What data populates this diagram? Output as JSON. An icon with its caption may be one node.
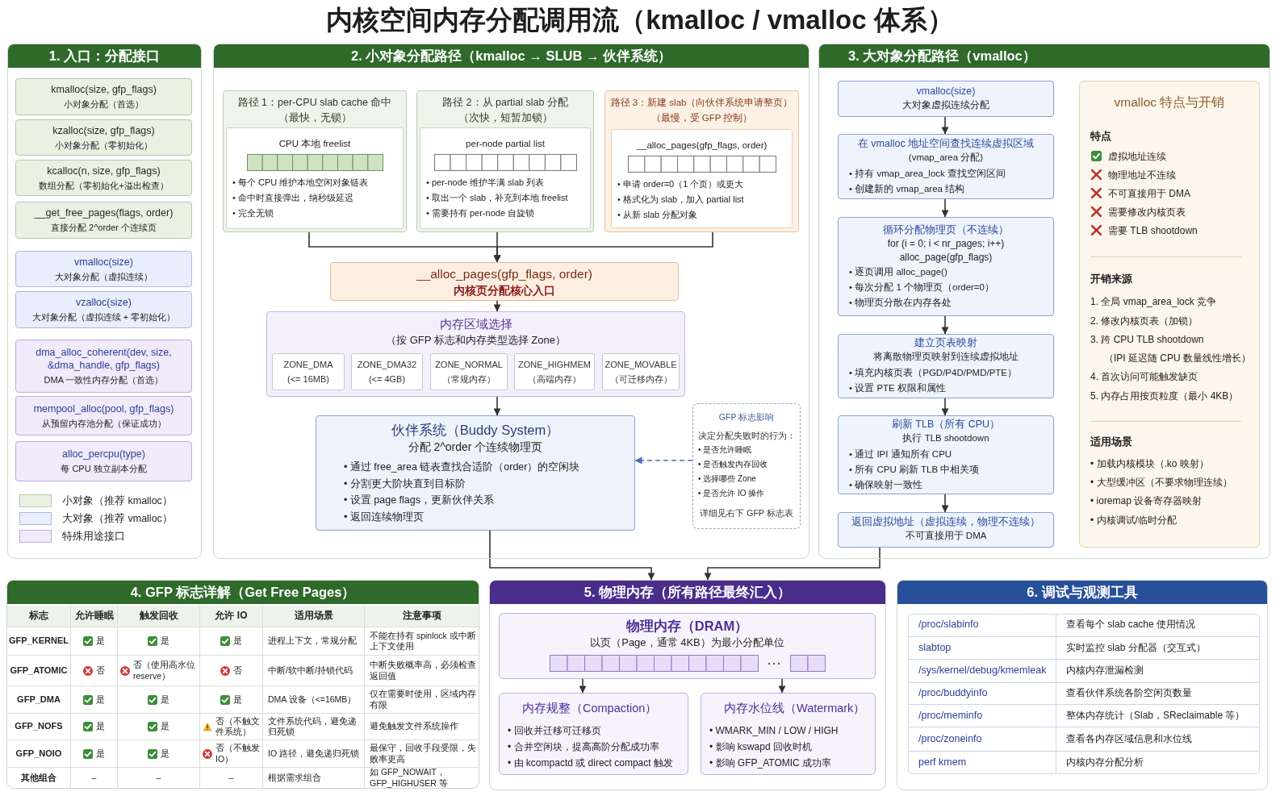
{
  "diagram": {
    "title": "内核空间内存分配调用流（kmalloc / vmalloc 体系）",
    "nodes": [
      {
        "text": [
          "1. 入口：分配接口"
        ]
      },
      {
        "text": [
          "kmalloc(size, gfp_flags)",
          "小对象分配（首选）"
        ],
        "in": 0
      },
      {
        "text": [
          "kzalloc(size, gfp_flags)",
          "小对象分配（零初始化）"
        ],
        "in": 0
      },
      {
        "text": [
          "kcalloc(n, size, gfp_flags)",
          "数组分配（零初始化+溢出检查）"
        ],
        "in": 0
      },
      {
        "text": [
          "__get_free_pages(flags, order)",
          "直接分配 2^order 个连续页"
        ],
        "in": 0
      },
      {
        "text": [
          "vmalloc(size)",
          "大对象分配（虚拟连续）"
        ],
        "in": 0
      },
      {
        "text": [
          "vzalloc(size)",
          "大对象分配（虚拟连续 + 零初始化）"
        ],
        "in": 0
      },
      {
        "text": [
          "dma_alloc_coherent(dev, size, &dma_handle, gfp_flags)",
          "DMA 一致性内存分配（首选）"
        ],
        "in": 0
      },
      {
        "text": [
          "mempool_alloc(pool, gfp_flags)",
          "从预留内存池分配（保证成功）"
        ],
        "in": 0
      },
      {
        "text": [
          "alloc_percpu(type)",
          "每 CPU 独立副本分配"
        ],
        "in": 0
      },
      {
        "text": [
          "2. 小对象分配路径（kmalloc → SLUB → 伙伴系统）"
        ]
      },
      {
        "text": [
          "路径 1：per-CPU slab cache 命中",
          "（最快，无锁）"
        ],
        "in": 10
      },
      {
        "text": [
          "CPU 本地 freelist",
          "• 每个 CPU 维护本地空闲对象链表",
          "• 命中时直接弹出，纳秒级延迟",
          "• 完全无锁"
        ],
        "in": 11
      },
      {
        "text": [
          "路径 2：从 partial slab 分配",
          "（次快，短暂加锁）"
        ],
        "in": 10
      },
      {
        "text": [
          "per-node partial list",
          "• per-node 维护半满 slab 列表",
          "• 取出一个 slab，补充到本地 freelist",
          "• 需要持有 per-node 自旋锁"
        ],
        "in": 13
      },
      {
        "text": [
          "路径 3：新建 slab（向伙伴系统申请整页）",
          "（最慢，受 GFP 控制）"
        ],
        "in": 10
      },
      {
        "text": [
          "__alloc_pages(gfp_flags, order)",
          "• 申请 order=0（1 个页）或更大",
          "• 格式化为 slab，加入 partial list",
          "• 从新 slab 分配对象"
        ],
        "in": 15
      },
      {
        "text": [
          "__alloc_pages(gfp_flags, order)",
          "内核页分配核心入口"
        ],
        "in": 10
      },
      {
        "text": [
          "内存区域选择",
          "（按 GFP 标志和内存类型选择 Zone）"
        ],
        "in": 10
      },
      {
        "text": [
          "ZONE_DMA",
          "(<= 16MB)"
        ],
        "in": 18
      },
      {
        "text": [
          "ZONE_DMA32",
          "(<= 4GB)"
        ],
        "in": 18
      },
      {
        "text": [
          "ZONE_NORMAL",
          "（常规内存）"
        ],
        "in": 18
      },
      {
        "text": [
          "ZONE_HIGHMEM",
          "（高端内存）"
        ],
        "in": 18
      },
      {
        "text": [
          "ZONE_MOVABLE",
          "（可迁移内存）"
        ],
        "in": 18
      },
      {
        "text": [
          "伙伴系统（Buddy System）",
          "分配 2^order 个连续物理页",
          "• 通过 free_area 链表查找合适阶（order）的空闲块",
          "• 分割更大阶块直到目标阶",
          "• 设置 page flags，更新伙伴关系",
          "• 返回连续物理页"
        ],
        "in": 10
      },
      {
        "text": [
          "GFP 标志影响",
          "决定分配失败时的行为：",
          "• 是否允许睡眠",
          "• 是否触发内存回收",
          "• 选择哪些 Zone",
          "• 是否允许 IO 操作",
          "详细见右下 GFP 标志表"
        ],
        "in": 10
      },
      {
        "text": [
          "3. 大对象分配路径（vmalloc）"
        ]
      },
      {
        "text": [
          "vmalloc(size)",
          "大对象虚拟连续分配"
        ],
        "in": 26
      },
      {
        "text": [
          "在 vmalloc 地址空间查找连续虚拟区域",
          "(vmap_area 分配)",
          "• 持有 vmap_area_lock 查找空闲区间",
          "• 创建新的 vmap_area 结构"
        ],
        "in": 26
      },
      {
        "text": [
          "循环分配物理页（不连续）",
          "for (i = 0; i < nr_pages; i++)",
          "alloc_page(gfp_flags)",
          "• 逐页调用 alloc_page()",
          "• 每次分配 1 个物理页（order=0）",
          "• 物理页分散在内存各处"
        ],
        "in": 26
      },
      {
        "text": [
          "建立页表映射",
          "将离散物理页映射到连续虚拟地址",
          "• 填充内核页表（PGD/P4D/PMD/PTE）",
          "• 设置 PTE 权限和属性"
        ],
        "in": 26
      },
      {
        "text": [
          "刷新 TLB（所有 CPU）",
          "执行 TLB shootdown",
          "• 通过 IPI 通知所有 CPU",
          "• 所有 CPU 刷新 TLB 中相关项",
          "• 确保映射一致性"
        ],
        "in": 26
      },
      {
        "text": [
          "返回虚拟地址（虚拟连续，物理不连续）",
          "不可直接用于 DMA"
        ],
        "in": 26
      },
      {
        "text": [
          "vmalloc 特点与开销",
          "特点",
          "虚拟地址连续",
          "物理地址不连续",
          "不可直接用于 DMA",
          "需要修改内核页表",
          "需要 TLB shootdown",
          "开销来源",
          "1. 全局 vmap_area_lock 竞争",
          "2. 修改内核页表（加锁）",
          "3. 跨 CPU TLB shootdown",
          "（IPI 延迟随 CPU 数量线性增长）",
          "4. 首次访问可能触发缺页",
          "5. 内存占用按页粒度（最小 4KB）",
          "适用场景",
          "• 加载内核模块（.ko 映射）",
          "• 大型缓冲区（不要求物理连续）",
          "• ioremap 设备寄存器映射",
          "• 内核调试/临时分配"
        ],
        "in": 26
      },
      {
        "text": [
          "4. GFP 标志详解（Get Free Pages）"
        ]
      },
      {
        "text": [
          "5. 物理内存（所有路径最终汇入）"
        ]
      },
      {
        "text": [
          "物理内存（DRAM）",
          "以页（Page，通常 4KB）为最小分配单位"
        ],
        "in": 35
      },
      {
        "text": [
          "内存规整（Compaction）",
          "• 回收并迁移可迁移页",
          "• 合并空闲块，提高高阶分配成功率",
          "• 由 kcompactd 或 direct compact 触发"
        ],
        "in": 35
      },
      {
        "text": [
          "内存水位线（Watermark）",
          "• WMARK_MIN / LOW / HIGH",
          "• 影响 kswapd 回收时机",
          "• 影响 GFP_ATOMIC 成功率"
        ],
        "in": 35
      },
      {
        "text": [
          "6. 调试与观测工具"
        ]
      }
    ],
    "edges": [
      {
        "from": 11,
        "to": 17,
        "arrow": "to"
      },
      {
        "from": 13,
        "to": 17,
        "arrow": "to"
      },
      {
        "from": 15,
        "to": 17,
        "arrow": "to"
      },
      {
        "from": 17,
        "to": 18,
        "arrow": "to"
      },
      {
        "from": 18,
        "to": 24,
        "arrow": "to"
      },
      {
        "from": 25,
        "to": 24,
        "arrow": "to",
        "style": "dashed",
        "color": "#4a6fb8"
      },
      {
        "from": 27,
        "to": 28,
        "arrow": "to"
      },
      {
        "from": 28,
        "to": 29,
        "arrow": "to"
      },
      {
        "from": 29,
        "to": 30,
        "arrow": "to"
      },
      {
        "from": 30,
        "to": 31,
        "arrow": "to"
      },
      {
        "from": 31,
        "to": 32,
        "arrow": "to"
      },
      {
        "from": 24,
        "to": 35,
        "arrow": "to"
      },
      {
        "from": 32,
        "to": 35,
        "arrow": "to"
      },
      {
        "from": 36,
        "to": 37,
        "arrow": "to"
      },
      {
        "from": 36,
        "to": 38,
        "arrow": "to"
      }
    ],
    "labels": [
      "标志",
      "允许睡眠",
      "触发回收",
      "允许 IO",
      "适用场景",
      "注意事项",
      "GFP_KERNEL",
      "是",
      "是",
      "是",
      "进程上下文，常规分配",
      "不能在持有 spinlock 或中断上下文使用",
      "GFP_ATOMIC",
      "否",
      "否（使用高水位 reserve）",
      "否",
      "中断/软中断/持锁代码",
      "中断失败概率高，必须检查返回值",
      "GFP_DMA",
      "是",
      "是",
      "是",
      "DMA 设备（<=16MB）",
      "仅在需要时使用，区域内存有限",
      "GFP_NOFS",
      "是",
      "是",
      "否（不触文件系统）",
      "文件系统代码，避免递归死锁",
      "避免触发文件系统操作",
      "GFP_NOIO",
      "是",
      "是",
      "否（不触发 IO）",
      "IO 路径，避免递归死锁",
      "最保守，回收手段受限，失败率更高",
      "其他组合",
      "–",
      "–",
      "–",
      "根据需求组合",
      "如 GFP_NOWAIT，GFP_HIGHUSER 等",
      "/proc/slabinfo",
      "查看每个 slab cache 使用情况",
      "slabtop",
      "实时监控 slab 分配器（交互式）",
      "/sys/kernel/debug/kmemleak",
      "内核内存泄漏检测",
      "/proc/buddyinfo",
      "查看伙伴系统各阶空闲页数量",
      "/proc/meminfo",
      "整体内存统计（Slab，SReclaimable 等）",
      "/proc/zoneinfo",
      "查看各内存区域信息和水位线",
      "perf kmem",
      "内核内存分配分析"
    ],
    "legend": [
      {
        "text": "小对象（推荐 kmalloc）",
        "color": "#e9f1e3"
      },
      {
        "text": "大对象（推荐 vmalloc）",
        "color": "#e8eefb"
      },
      {
        "text": "特殊用途接口",
        "color": "#f0eafa"
      }
    ]
  }
}
